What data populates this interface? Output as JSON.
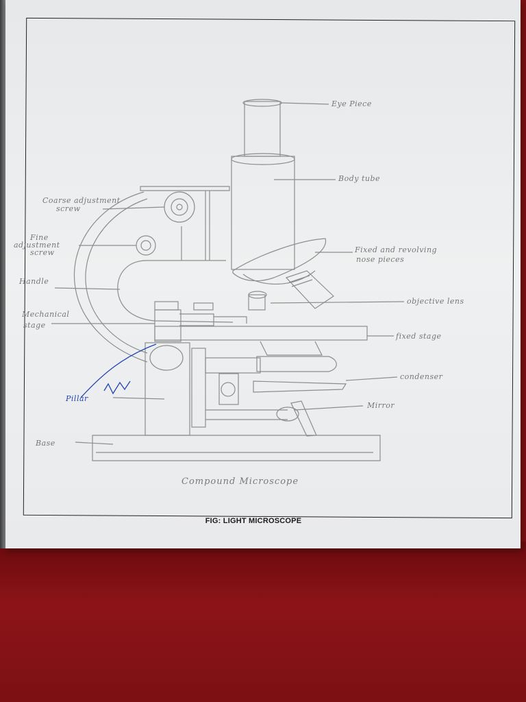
{
  "caption": "FIG: LIGHT MICROSCOPE",
  "drawing_title": "Compound Microscope",
  "labels": {
    "eye_piece": "Eye Piece",
    "body_tube": "Body tube",
    "coarse": "Coarse adjustment",
    "coarse2": "screw",
    "fine": "Fine",
    "fine2": "adjustment",
    "fine3": "screw",
    "handle": "Handle",
    "mech": "Mechanical",
    "mech2": "stage",
    "nose": "Fixed and revolving",
    "nose2": "nose pieces",
    "objective": "objective lens",
    "stage": "fixed stage",
    "condenser": "condenser",
    "mirror": "Mirror",
    "pillar": "Pillar",
    "base": "Base"
  },
  "colors": {
    "pencil": "#8a8a8a",
    "ink": "#1a3aa8",
    "cloth": "#7a0f12"
  }
}
